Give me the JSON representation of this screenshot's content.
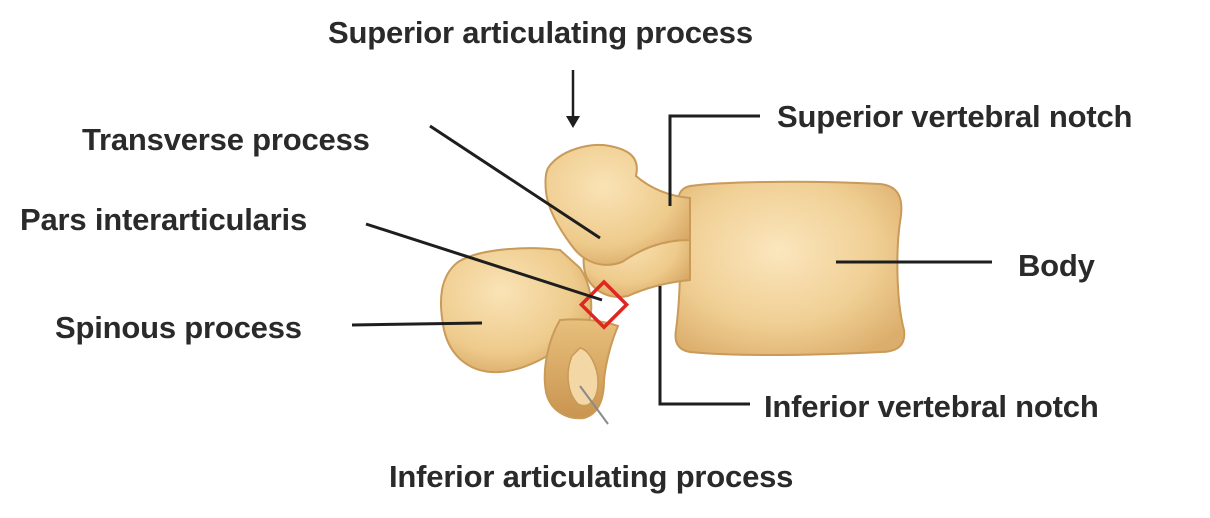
{
  "figure": {
    "labels": {
      "superior_articulating_process": "Superior articulating process",
      "transverse_process": "Transverse process",
      "superior_vertebral_notch": "Superior vertebral notch",
      "pars_interarticularis": "Pars interarticularis",
      "body": "Body",
      "spinous_process": "Spinous process",
      "inferior_vertebral_notch": "Inferior vertebral notch",
      "inferior_articulating_process": "Inferior articulating process"
    },
    "colors": {
      "bone_fill": "#f0cf94",
      "bone_light": "#fbe6bd",
      "bone_shadow": "#d9ab68",
      "bone_outline": "#c99a58",
      "leader_line": "#1e1e1e",
      "pars_highlight": "#e0271f",
      "text": "#2a2a2a"
    }
  }
}
